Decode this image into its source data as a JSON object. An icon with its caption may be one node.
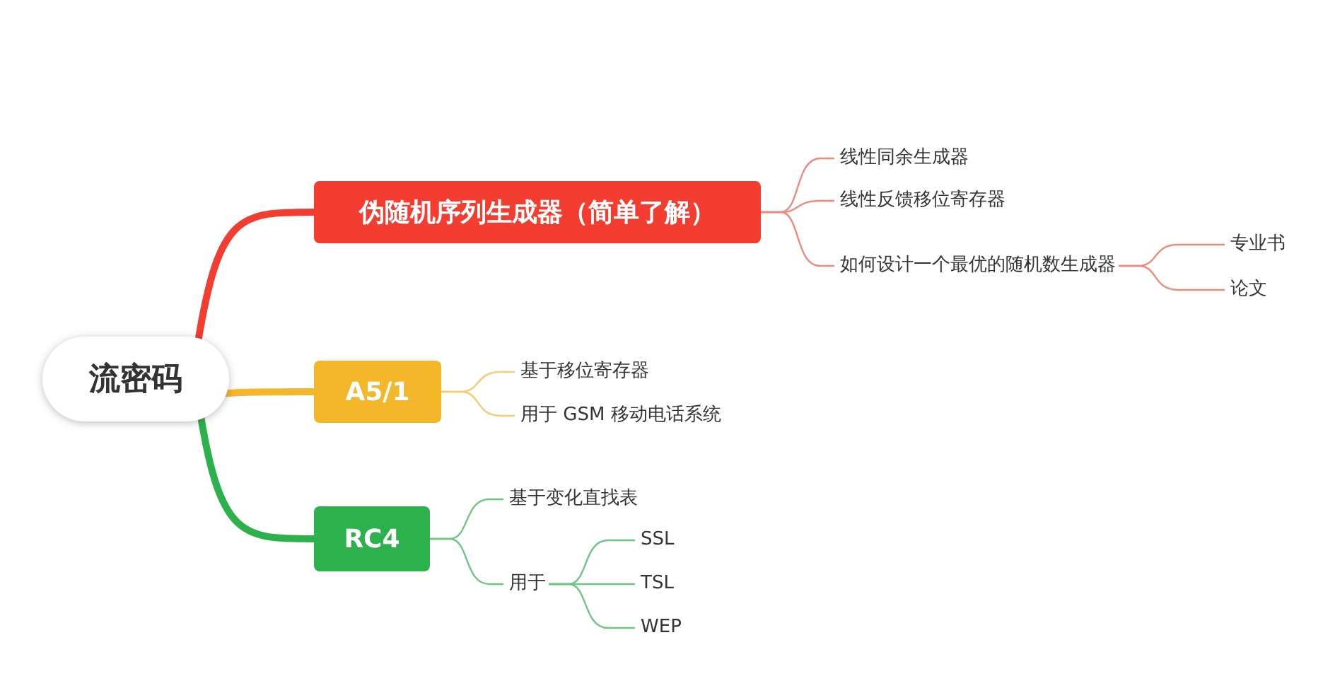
{
  "diagram": {
    "nodes": [
      {
        "text": [
          "流密码"
        ]
      },
      {
        "text": [
          "伪随机序列生成器（简单了解）"
        ]
      },
      {
        "text": [
          "线性同余生成器"
        ]
      },
      {
        "text": [
          "线性反馈移位寄存器"
        ]
      },
      {
        "text": [
          "如何设计一个最优的随机数生成器"
        ]
      },
      {
        "text": [
          "专业书"
        ]
      },
      {
        "text": [
          "论文"
        ]
      },
      {
        "text": [
          "A5/1"
        ]
      },
      {
        "text": [
          "基于移位寄存器"
        ]
      },
      {
        "text": [
          "用于 GSM 移动电话系统"
        ]
      },
      {
        "text": [
          "RC4"
        ]
      },
      {
        "text": [
          "基于变化直找表"
        ]
      },
      {
        "text": [
          "用于"
        ]
      },
      {
        "text": [
          "SSL"
        ]
      },
      {
        "text": [
          "TSL"
        ]
      },
      {
        "text": [
          "WEP"
        ]
      }
    ],
    "edges": [
      {
        "from": 0,
        "to": 1,
        "arrow": "none",
        "style": "thick",
        "color": "#f23d30"
      },
      {
        "from": 1,
        "to": 2,
        "arrow": "none",
        "color": "#f08a80"
      },
      {
        "from": 1,
        "to": 3,
        "arrow": "none",
        "color": "#f08a80"
      },
      {
        "from": 1,
        "to": 4,
        "arrow": "none",
        "color": "#f08a80"
      },
      {
        "from": 4,
        "to": 5,
        "arrow": "none",
        "color": "#f08a80"
      },
      {
        "from": 4,
        "to": 6,
        "arrow": "none",
        "color": "#f08a80"
      },
      {
        "from": 0,
        "to": 7,
        "arrow": "none",
        "style": "thick",
        "color": "#f5b72a"
      },
      {
        "from": 7,
        "to": 8,
        "arrow": "none",
        "color": "#f5cd75"
      },
      {
        "from": 7,
        "to": 9,
        "arrow": "none",
        "color": "#f5cd75"
      },
      {
        "from": 0,
        "to": 10,
        "arrow": "none",
        "style": "thick",
        "color": "#2db14c"
      },
      {
        "from": 10,
        "to": 11,
        "arrow": "none",
        "color": "#6cc784"
      },
      {
        "from": 10,
        "to": 12,
        "arrow": "none",
        "color": "#6cc784"
      },
      {
        "from": 12,
        "to": 13,
        "arrow": "none",
        "color": "#6cc784"
      },
      {
        "from": 12,
        "to": 14,
        "arrow": "none",
        "color": "#6cc784"
      },
      {
        "from": 12,
        "to": 15,
        "arrow": "none",
        "color": "#6cc784"
      }
    ]
  }
}
